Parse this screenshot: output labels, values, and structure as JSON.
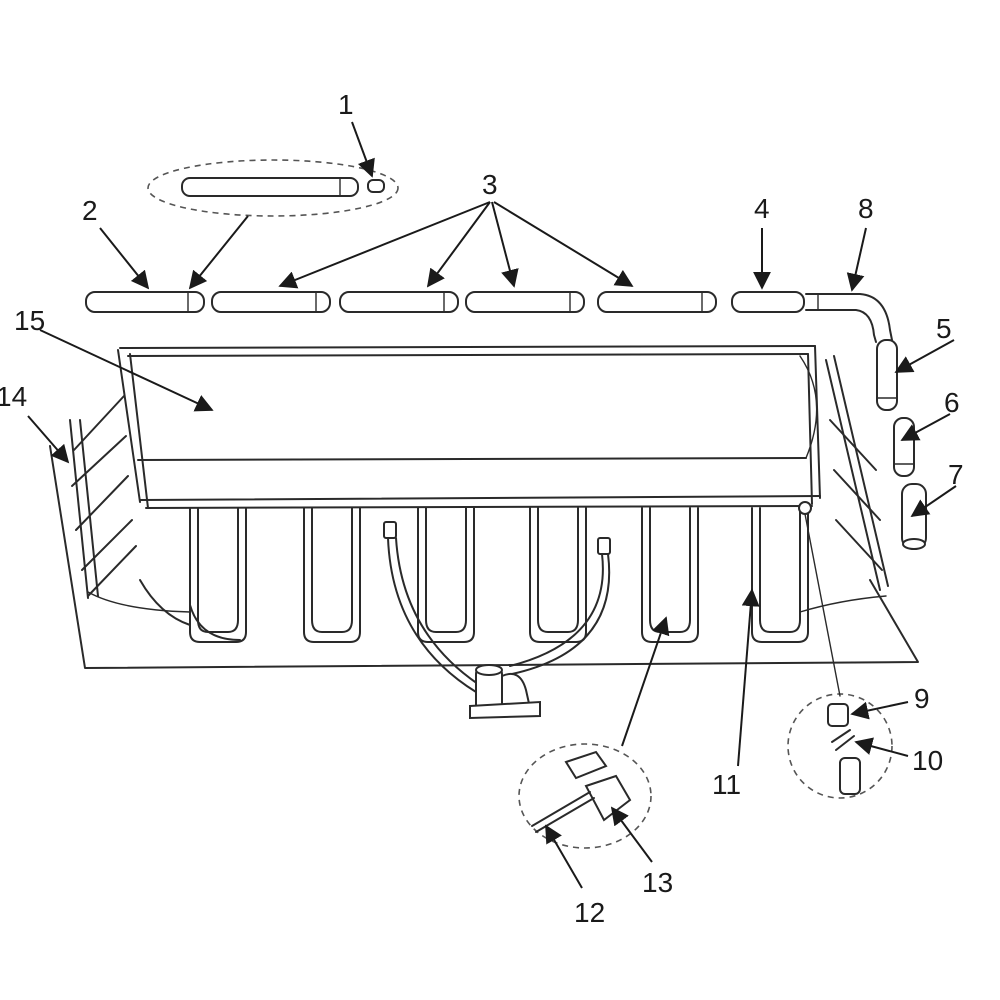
{
  "diagram": {
    "labels": [
      {
        "id": "1",
        "text": "1"
      },
      {
        "id": "2",
        "text": "2"
      },
      {
        "id": "3",
        "text": "3"
      },
      {
        "id": "4",
        "text": "4"
      },
      {
        "id": "5",
        "text": "5"
      },
      {
        "id": "6",
        "text": "6"
      },
      {
        "id": "7",
        "text": "7"
      },
      {
        "id": "8",
        "text": "8"
      },
      {
        "id": "9",
        "text": "9"
      },
      {
        "id": "10",
        "text": "10"
      },
      {
        "id": "11",
        "text": "11"
      },
      {
        "id": "12",
        "text": "12"
      },
      {
        "id": "13",
        "text": "13"
      },
      {
        "id": "14",
        "text": "14"
      },
      {
        "id": "15",
        "text": "15"
      }
    ],
    "colors": {
      "line": "#2a2a2a",
      "background": "#ffffff"
    }
  }
}
